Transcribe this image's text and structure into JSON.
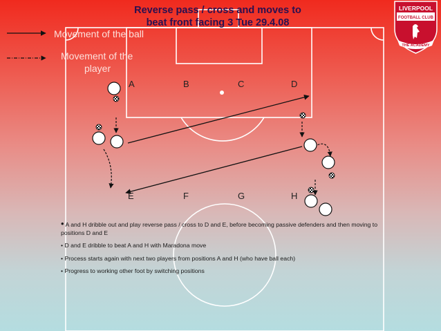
{
  "slide": {
    "title_line1": "Reverse pass / cross and moves to",
    "title_line2": "beat front facing 3 Tue 29.4.08"
  },
  "legend": {
    "ball_movement": "Movement of the ball",
    "player_movement_line1": "Movement of the",
    "player_movement_line2": "player"
  },
  "zones": {
    "top": [
      "A",
      "B",
      "C",
      "D"
    ],
    "bottom": [
      "E",
      "F",
      "G",
      "H"
    ]
  },
  "notes": [
    "A and H dribble out and play reverse pass / cross to D and E, before becoming passive defenders and then moving to positions D and E",
    "D and E dribble to beat A and H with Maradona move",
    "Process starts again with next two players from positions A and H (who have ball each)",
    "Progress to working other foot by switching positions"
  ],
  "logo": {
    "line1": "LIVERPOOL",
    "line2": "FOOTBALL CLUB",
    "ribbon": "THE ACADEMY"
  },
  "colors": {
    "background_top": "#f02a1e",
    "background_bottom": "#b4dde0",
    "pitch_lines": "#ffffff",
    "title": "#2a1050",
    "logo_red": "#c8102e"
  }
}
